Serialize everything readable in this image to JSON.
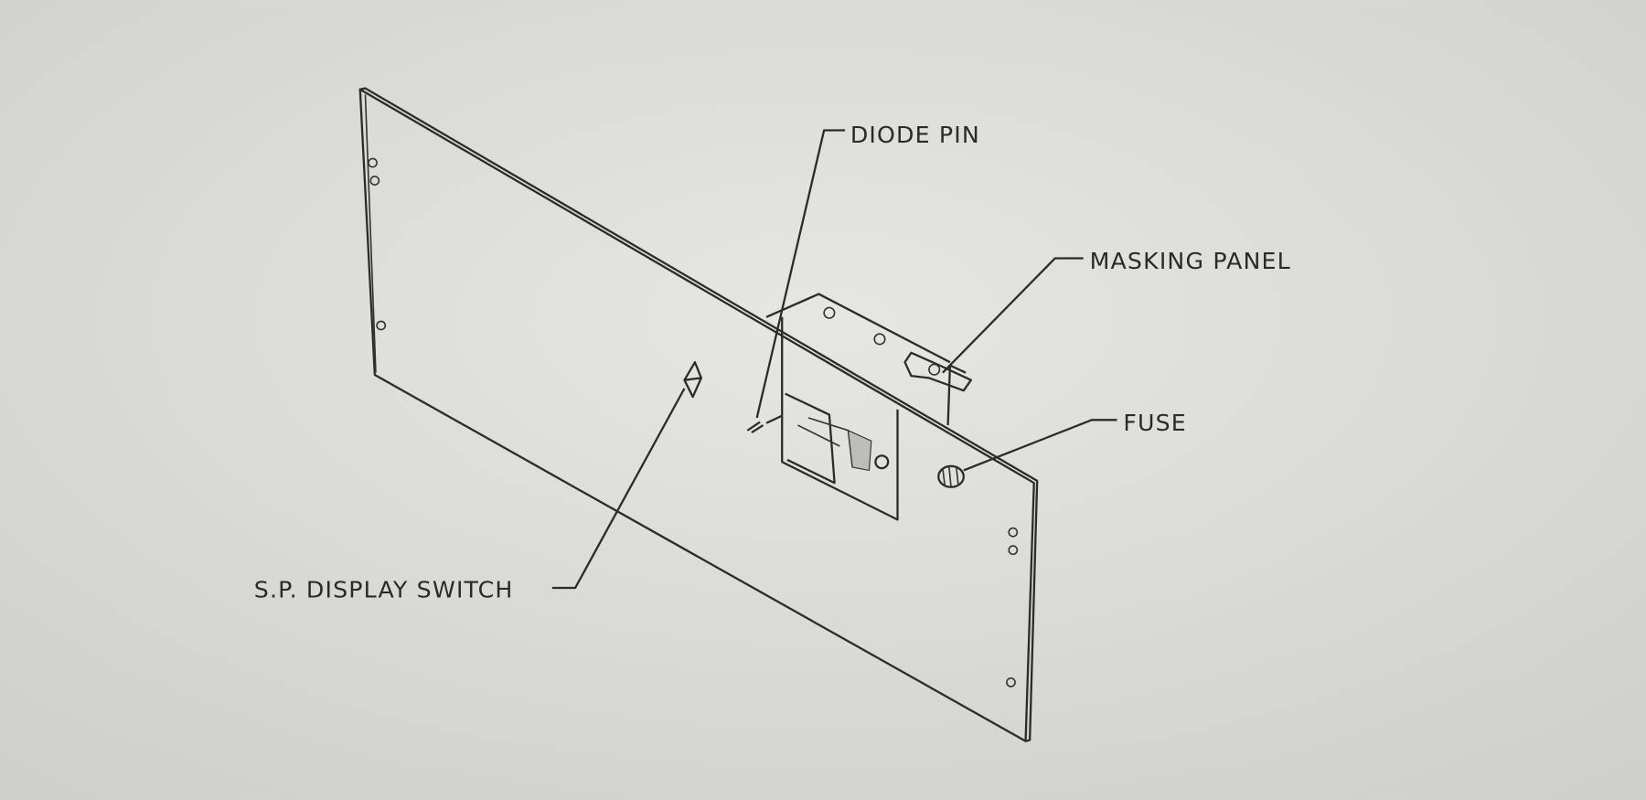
{
  "labels": {
    "diode_pin": "DIODE PIN",
    "masking_panel": "MASKING PANEL",
    "fuse": "FUSE",
    "sp_display_switch": "S.P. DISPLAY SWITCH"
  },
  "colors": {
    "paper": "#dcdcda",
    "ink": "#2b2b2b"
  }
}
